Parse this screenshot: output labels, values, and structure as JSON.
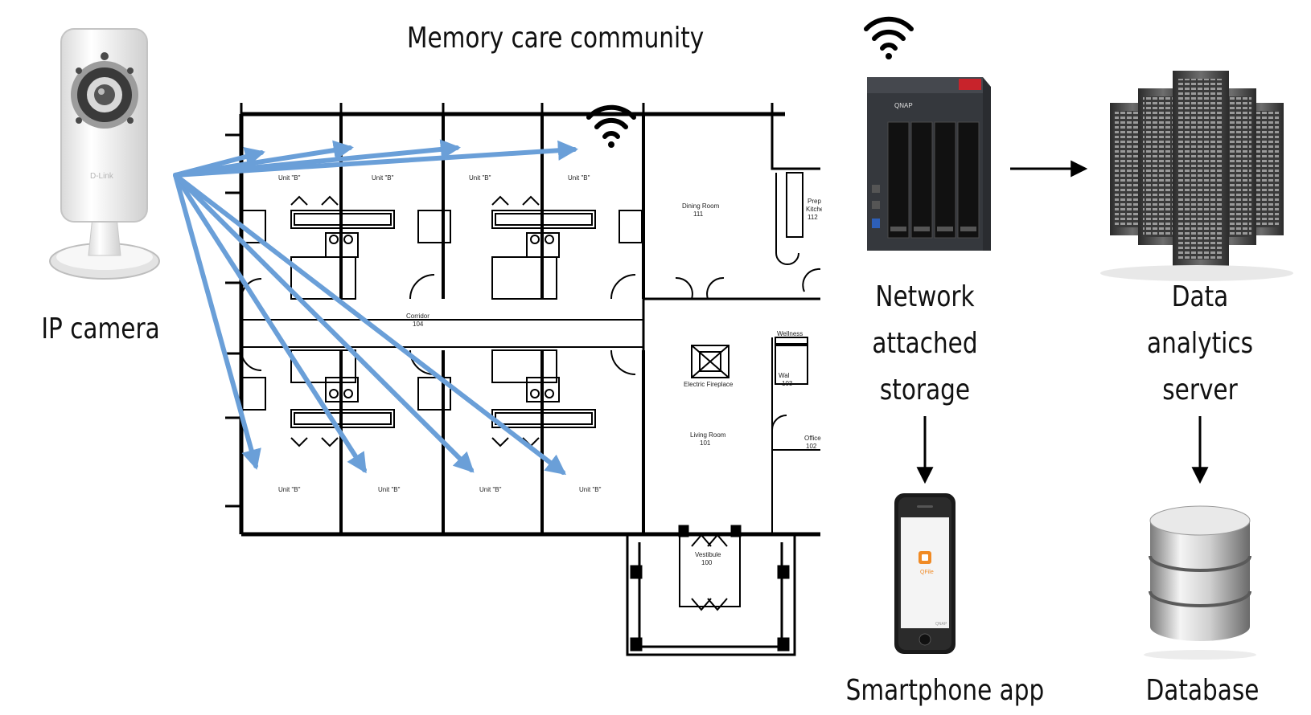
{
  "labels": {
    "title": "Memory care community",
    "ip_camera": "IP camera",
    "nas": [
      "Network",
      "attached",
      "storage"
    ],
    "server": [
      "Data",
      "analytics",
      "server"
    ],
    "smartphone": "Smartphone app",
    "database": "Database"
  },
  "floor_plan": {
    "units_top": [
      "Unit \"B\"",
      "Unit \"B\"",
      "Unit \"B\"",
      "Unit \"B\""
    ],
    "units_bottom": [
      "Unit \"B\"",
      "Unit \"B\"",
      "Unit \"B\"",
      "Unit \"B\""
    ],
    "dining": [
      "Dining Room",
      "111"
    ],
    "prep": [
      "Prep",
      "Kitchen",
      "112"
    ],
    "corridor": [
      "Corridor",
      "104"
    ],
    "fireplace": "Electric Fireplace",
    "living": [
      "Living Room",
      "101"
    ],
    "office": [
      "Office",
      "102"
    ],
    "vestibule": [
      "Vestibule",
      "100"
    ],
    "wellness": "Wellness",
    "wall_room": [
      "Wal",
      "103"
    ]
  },
  "devices": {
    "camera_brand": "D-Link",
    "nas_brand": "QNAP",
    "phone_app": "QFile",
    "phone_brand": "QNAP"
  },
  "colors": {
    "arrow_blue": "#6a9fd8",
    "black_arrow": "#000000",
    "wifi": "#000000"
  },
  "icons": [
    "wifi-icon",
    "camera-icon",
    "nas-icon",
    "server-icon",
    "phone-icon",
    "database-icon"
  ]
}
